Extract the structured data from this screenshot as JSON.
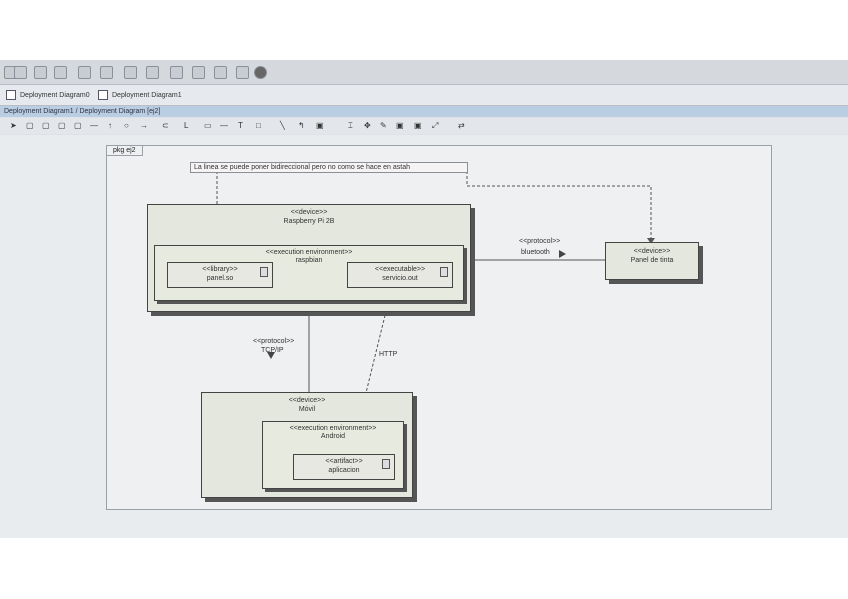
{
  "tabs": [
    {
      "label": "Deployment Diagram0"
    },
    {
      "label": "Deployment Diagram1"
    }
  ],
  "window_title": "Deployment Diagram1 / Deployment Diagram [ej2]",
  "diagram": {
    "frame_label": "pkg ej2",
    "note": "La linea se puede poner bidireccional pero no como se hace en astah",
    "raspberry": {
      "stereotype": "<<device>>",
      "name": "Raspberry Pi 2B"
    },
    "raspbian": {
      "stereotype": "<<execution environment>>",
      "name": "raspbian"
    },
    "panel_so": {
      "stereotype": "<<library>>",
      "name": "panel.so"
    },
    "servicio": {
      "stereotype": "<<executable>>",
      "name": "servicio.out"
    },
    "panel_tinta": {
      "stereotype": "<<device>>",
      "name": "Panel de tinta"
    },
    "movil": {
      "stereotype": "<<device>>",
      "name": "Móvil"
    },
    "android": {
      "stereotype": "<<execution environment>>",
      "name": "Android"
    },
    "aplicacion": {
      "stereotype": "<<artifact>>",
      "name": "aplicacion"
    },
    "bt_protocol": {
      "stereotype": "<<protocol>>",
      "name": "bluetooth"
    },
    "tcp_protocol": {
      "stereotype": "<<protocol>>",
      "name": "TCP/IP"
    },
    "http_label": "HTTP"
  }
}
